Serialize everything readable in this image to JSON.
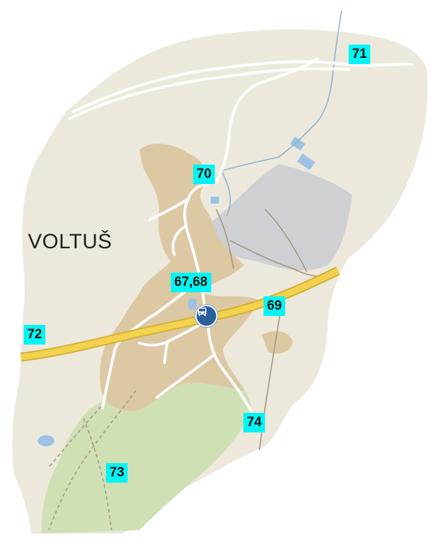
{
  "map": {
    "town_name": "VOLTUŠ",
    "markers": [
      {
        "id": "71",
        "label": "71"
      },
      {
        "id": "70",
        "label": "70"
      },
      {
        "id": "67-68",
        "label": "67,68"
      },
      {
        "id": "69",
        "label": "69"
      },
      {
        "id": "72",
        "label": "72"
      },
      {
        "id": "74",
        "label": "74"
      },
      {
        "id": "73",
        "label": "73"
      }
    ],
    "icons": {
      "bus_stop": "bus-stop-icon"
    },
    "colors": {
      "background": "#ffffff",
      "land": "#ece9dc",
      "built_up": "#ddc8a4",
      "forest": "#cfe0b4",
      "industrial": "#cfd0d4",
      "water": "#9ec2e3",
      "stream": "#8fb0cf",
      "main_road": "#f2d24e",
      "main_road_casing": "#d4b032",
      "minor_road": "#ffffff",
      "track": "#a39682",
      "marker_fill": "#00f5f5",
      "bus_icon": "#2a5fa0"
    }
  }
}
